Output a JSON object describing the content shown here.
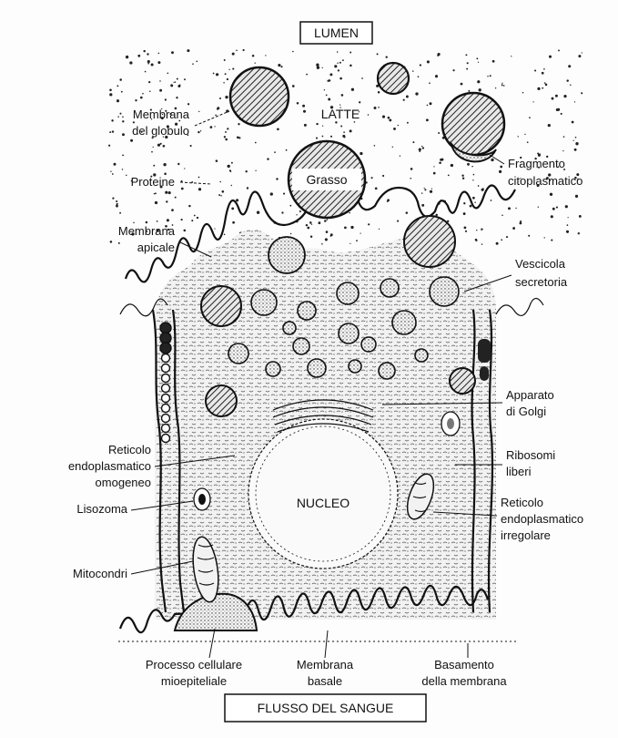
{
  "lumen_label": "LUMEN",
  "blood_label": "FLUSSO DEL SANGUE",
  "milk_label": "LATTE",
  "fat_label": "Grasso",
  "nucleus_label": "NUCLEO",
  "labels": {
    "globule_membrane": [
      "Membrana",
      "del globulo"
    ],
    "proteins": [
      "Proteine"
    ],
    "apical_membrane": [
      "Membrana",
      "apicale"
    ],
    "cytoplasmic_fragment": [
      "Fragmento",
      "citoplasmatico"
    ],
    "secretory_vesicle": [
      "Vescicola",
      "secretoria"
    ],
    "golgi": [
      "Apparato",
      "di Golgi"
    ],
    "free_ribosomes": [
      "Ribosomi",
      "liberi"
    ],
    "smooth_er": [
      "Reticolo",
      "endoplasmatico",
      "omogeneo"
    ],
    "lysosome": [
      "Lisozoma"
    ],
    "rough_er": [
      "Reticolo",
      "endoplasmatico",
      "irregolare"
    ],
    "mitochondria": [
      "Mitocondri"
    ],
    "myoepithelial": [
      "Processo cellulare",
      "mioepiteliale"
    ],
    "basal_membrane": [
      "Membrana",
      "basale"
    ],
    "basement": [
      "Basamento",
      "della membrana"
    ]
  }
}
